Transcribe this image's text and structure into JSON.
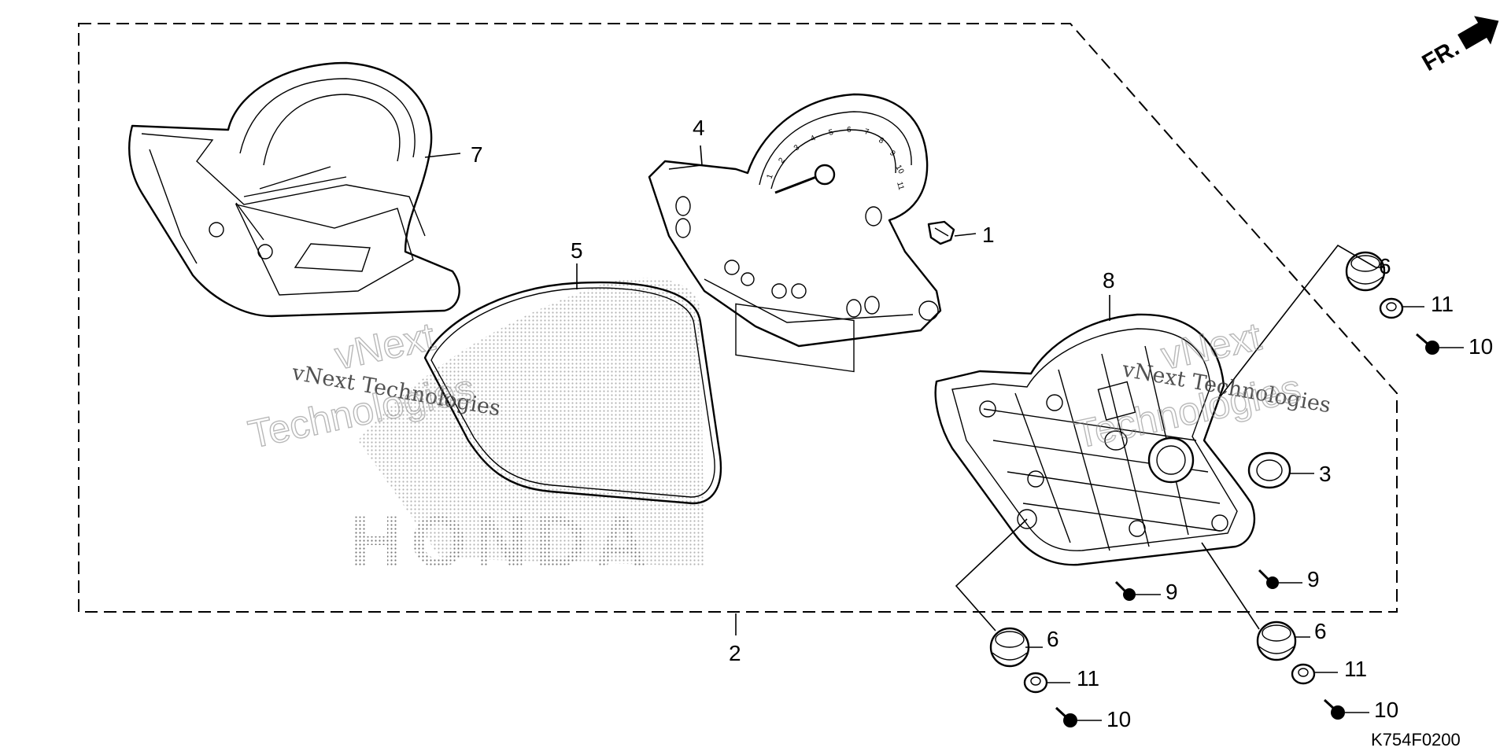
{
  "diagram": {
    "callouts": [
      {
        "id": "c-1",
        "text": "1"
      },
      {
        "id": "c-2",
        "text": "2"
      },
      {
        "id": "c-3",
        "text": "3"
      },
      {
        "id": "c-4",
        "text": "4"
      },
      {
        "id": "c-5",
        "text": "5"
      },
      {
        "id": "c-6a",
        "text": "6"
      },
      {
        "id": "c-6b",
        "text": "6"
      },
      {
        "id": "c-6c",
        "text": "6"
      },
      {
        "id": "c-7",
        "text": "7"
      },
      {
        "id": "c-8",
        "text": "8"
      },
      {
        "id": "c-9a",
        "text": "9"
      },
      {
        "id": "c-9b",
        "text": "9"
      },
      {
        "id": "c-10a",
        "text": "10"
      },
      {
        "id": "c-10b",
        "text": "10"
      },
      {
        "id": "c-10c",
        "text": "10"
      },
      {
        "id": "c-11a",
        "text": "11"
      },
      {
        "id": "c-11b",
        "text": "11"
      },
      {
        "id": "c-11c",
        "text": "11"
      }
    ],
    "direction_label": "FR.",
    "diagram_code": "K754F0200",
    "watermarks": {
      "small_1": "vNext Technologies",
      "small_2": "vNext Technologies",
      "big_1a": "vNext",
      "big_1b": "Technologies",
      "big_2a": "vNext",
      "big_2b": "Technologies"
    },
    "brand_mark": "HONDA",
    "tach_numbers": [
      "1",
      "2",
      "3",
      "4",
      "5",
      "6",
      "7",
      "8",
      "9",
      "10",
      "11"
    ]
  }
}
